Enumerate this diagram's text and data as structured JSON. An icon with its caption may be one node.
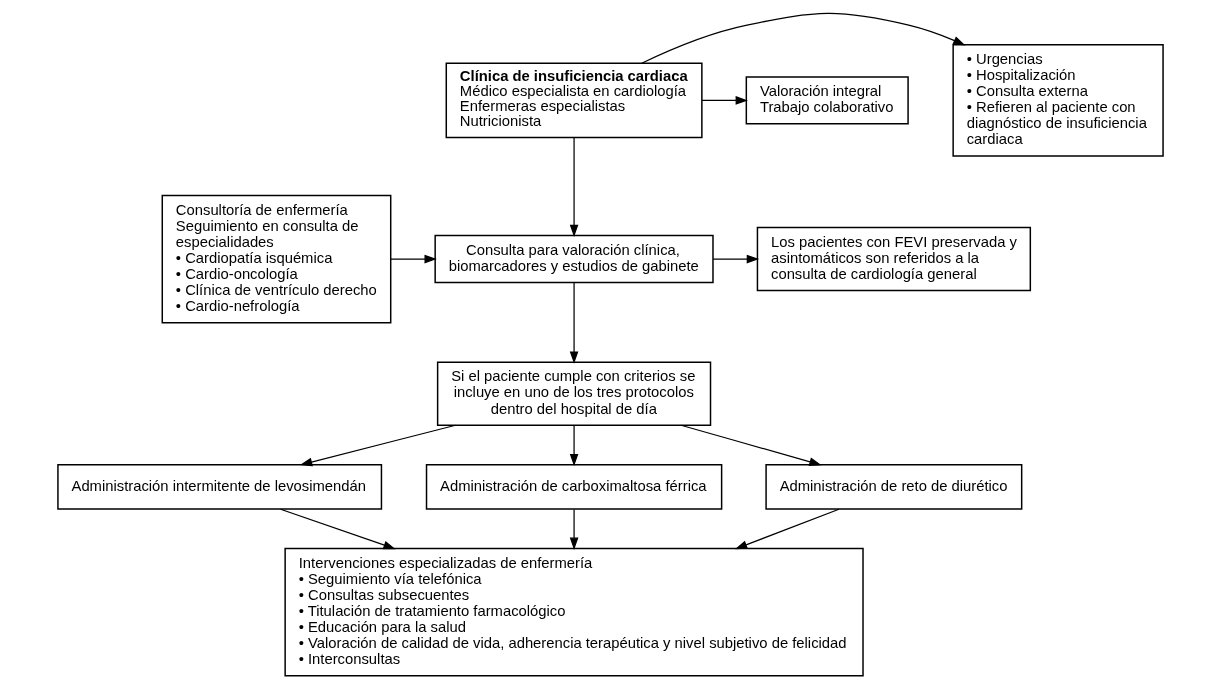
{
  "diagram": {
    "nodes": [
      {
        "text": [
          "• Urgencias",
          "• Hospitalización",
          "• Consulta externa",
          "• Refieren al paciente con diagnóstico de insuficiencia cardiaca"
        ]
      },
      {
        "text": [
          "Clínica de insuficiencia cardiaca",
          "Médico especialista en cardiología",
          "Enfermeras especialistas",
          "Nutricionista"
        ]
      },
      {
        "text": [
          "Valoración integral",
          "Trabajo colaborativo"
        ]
      },
      {
        "text": [
          "Los pacientes con FEVI preservada y asintomáticos son referidos a la consulta de cardiología general"
        ]
      },
      {
        "text": [
          "Consulta para valoración clínica, biomarcadores y estudios de gabinete"
        ]
      },
      {
        "text": [
          "Consultoría de enfermería",
          "Seguimiento en consulta de especialidades",
          "• Cardiopatía isquémica",
          "• Cardio-oncología",
          "• Clínica de ventrículo derecho",
          "• Cardio-nefrología"
        ]
      },
      {
        "text": [
          "Si el paciente cumple con criterios se incluye en uno de los tres protocolos dentro del hospital de día"
        ]
      },
      {
        "text": [
          "Administración intermitente de levosimendán"
        ]
      },
      {
        "text": [
          "Administración de carboximaltosa férrica"
        ]
      },
      {
        "text": [
          "Administración de reto de diurético"
        ]
      },
      {
        "text": [
          "Intervenciones especializadas de enfermería",
          "• Seguimiento vía telefónica",
          "• Consultas subsecuentes",
          "• Titulación de tratamiento farmacológico",
          "• Educación para la salud",
          "• Valoración de calidad de vida, adherencia terapéutica y nivel subjetivo de felicidad",
          "• Interconsultas"
        ]
      }
    ],
    "edges": [
      {
        "from": 1,
        "to": 0,
        "arrow": "to"
      },
      {
        "from": 1,
        "to": 2,
        "arrow": "to"
      },
      {
        "from": 1,
        "to": 4,
        "arrow": "to"
      },
      {
        "from": 4,
        "to": 3,
        "arrow": "to"
      },
      {
        "from": 5,
        "to": 4,
        "arrow": "to"
      },
      {
        "from": 4,
        "to": 6,
        "arrow": "to"
      },
      {
        "from": 6,
        "to": 7,
        "arrow": "to"
      },
      {
        "from": 6,
        "to": 8,
        "arrow": "to"
      },
      {
        "from": 6,
        "to": 9,
        "arrow": "to"
      },
      {
        "from": 7,
        "to": 10,
        "arrow": "to"
      },
      {
        "from": 8,
        "to": 10,
        "arrow": "to"
      },
      {
        "from": 9,
        "to": 10,
        "arrow": "to"
      }
    ]
  }
}
